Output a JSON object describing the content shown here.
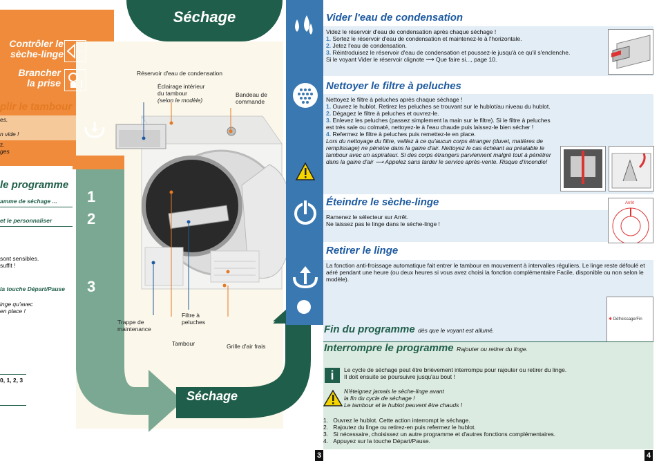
{
  "left": {
    "title": "Séchage",
    "bottom_title": "Séchage",
    "steps": [
      "1",
      "2",
      "3"
    ],
    "side": {
      "controler_line1": "Contrôler le",
      "controler_line2": "sèche-linge",
      "brancher_line1": "Brancher",
      "brancher_line2": "la prise",
      "remplir": "plir le tambour",
      "remplir_sub": "es.",
      "vide": "n vide !",
      "frag1": "z.",
      "frag2": "ges",
      "programme": "le programme",
      "programme_sub": "amme de séchage ...",
      "personnaliser": "et le personnaliser",
      "sensibles1": "sont sensibles.",
      "sensibles2": "suffit !",
      "depart": "la touche Départ/Pause",
      "linge1": "inge qu'avec",
      "linge2": "en place !",
      "steps_ref": "0, 1, 2, 3"
    },
    "labels": {
      "reservoir": "Réservoir d'eau de condensation",
      "eclairage1": "Éclairage intérieur",
      "eclairage2": "du tambour",
      "eclairage3": "(selon le modèle)",
      "bandeau1": "Bandeau de",
      "bandeau2": "commande",
      "trappe1": "Trappe de",
      "trappe2": "maintenance",
      "filtre1": "Filtre à",
      "filtre2": "peluches",
      "tambour": "Tambour",
      "grille": "Grille d'air frais"
    },
    "page_number": "3"
  },
  "right": {
    "vider": {
      "title": "Vider l'eau de condensation",
      "intro": "Videz le réservoir d'eau de condensation après chaque séchage !",
      "items": [
        "Sortez le réservoir d'eau de condensation et maintenez-le à l'horizontale.",
        "Jetez l'eau de condensation.",
        "Réintroduisez le réservoir d'eau de condensation et poussez-le jusqu'à ce qu'il s'enclenche."
      ],
      "note": "Si le voyant Vider le réservoir clignote ⟶ Que faire si..., page 10."
    },
    "filtre": {
      "title": "Nettoyer le filtre à peluches",
      "intro": "Nettoyez le filtre à peluches après chaque séchage !",
      "items": [
        "Ouvrez le hublot. Retirez les peluches se trouvant sur le hublot/au niveau du hublot.",
        "Dégagez le filtre à peluches et ouvrez-le.",
        "Enlevez les peluches (passez simplement la main sur le filtre). Si le filtre à peluches est très sale ou colmaté, nettoyez-le à l'eau chaude puis laissez-le bien sécher !",
        "Refermez le filtre à peluches puis remettez-le en place."
      ],
      "warning": "Lors du nettoyage du filtre, veillez à ce qu'aucun corps étranger (duvet, matières de remplissage) ne pénètre dans la gaine d'air. Nettoyez le cas échéant au préalable le tambour avec un aspirateur. Si des corps étrangers parviennent malgré tout à pénétrer dans la gaine d'air ⟶ Appelez sans tarder le service après-vente. Risque d'incendie!"
    },
    "eteindre": {
      "title": "Éteindre le sèche-linge",
      "line1": "Ramenez le sélecteur sur Arrêt.",
      "line2": "Ne laissez pas le linge dans le sèche-linge !",
      "dial_label": "Arrêt"
    },
    "retirer": {
      "title": "Retirer le linge",
      "text": "La fonction anti-froissage automatique fait entrer le tambour en mouvement à intervalles réguliers. Le linge reste défoulé et aéré pendant une heure (ou deux heures si vous avez choisi la fonction complémentaire Facile, disponible ou non selon le modèle)."
    },
    "fin": {
      "title": "Fin du programme",
      "sub": "dès que le voyant est allumé.",
      "indicator": "Défroissage/Fin"
    },
    "interrompre": {
      "title": "Interrompre le programme",
      "sub": "Rajouter ou retirer du linge.",
      "info1": "Le cycle de séchage peut être brièvement interrompu pour rajouter ou retirer du linge.",
      "info2": "Il doit ensuite se poursuivre jusqu'au bout !",
      "warn1": "N'éteignez jamais le sèche-linge avant",
      "warn2": "la fin du cycle de séchage !",
      "warn3": "Le tambour et le hublot peuvent être chauds !",
      "items": [
        "Ouvrez le hublot. Cette action interrompt le séchage.",
        "Rajoutez du linge ou retirez-en puis refermez le hublot.",
        "Si nécessaire, choisissez un autre programme et d'autres fonctions complémentaires.",
        "Appuyez sur la touche Départ/Pause."
      ]
    },
    "page_number": "4"
  },
  "colors": {
    "orange": "#ef8b3b",
    "dark_green": "#1f5e4a",
    "sage": "#7aa892",
    "blue": "#3a78b1"
  }
}
